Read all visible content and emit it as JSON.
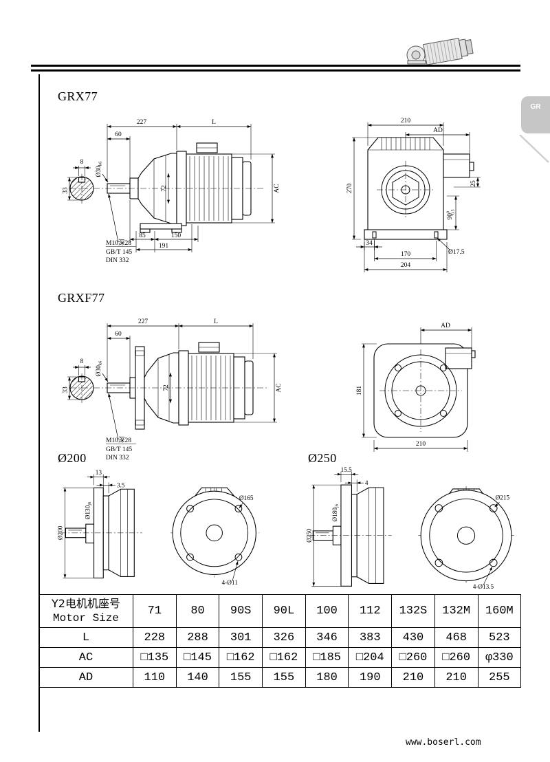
{
  "tab": {
    "label": "GR"
  },
  "footer": {
    "url": "www.boserl.com"
  },
  "grx77": {
    "title": "GRX77",
    "side": {
      "total": "227",
      "motor_len": "L",
      "shaft_len": "60",
      "key_w": "8",
      "key_h": "33",
      "shaft_dia": "Ø30",
      "shaft_tol": "k6",
      "hub": "72",
      "motor_dia": "AC",
      "tap_note": "M10深28",
      "std_note1": "GB/T 145",
      "std_note2": "DIN 332",
      "foot_a": "85",
      "foot_b": "150",
      "foot_c": "191"
    },
    "end": {
      "width": "210",
      "box_dim": "AD",
      "height": "270",
      "d25": "25",
      "d90": "90",
      "d90_up": "0",
      "d90_dn": "-0.5",
      "d34": "34",
      "hole_dia": "Ø17.5",
      "bolt_span": "170",
      "base_width": "204"
    }
  },
  "grxf77": {
    "title": "GRXF77",
    "side": {
      "total": "227",
      "motor_len": "L",
      "shaft_len": "60",
      "key_w": "8",
      "key_h": "33",
      "shaft_dia": "Ø30",
      "shaft_tol": "k6",
      "hub": "72",
      "motor_dia": "AC",
      "tap_note": "M10深28",
      "std_note1": "GB/T 145",
      "std_note2": "DIN 332"
    },
    "end": {
      "height": "181",
      "box_dim": "AD",
      "width": "210"
    }
  },
  "flange200": {
    "title": "Ø200",
    "thickness": "13",
    "spigot_depth": "3.5",
    "od": "Ø200",
    "spigot_dia": "Ø130",
    "spigot_tol": "j6",
    "bolt_circle": "Ø165",
    "holes": "4-Ø11"
  },
  "flange250": {
    "title": "Ø250",
    "thickness": "15.5",
    "spigot_depth": "4",
    "od": "Ø250",
    "spigot_dia": "Ø180",
    "spigot_tol": "j6",
    "bolt_circle": "Ø215",
    "holes": "4-Ø13.5"
  },
  "table": {
    "header_line1": "Y2电机机座号",
    "header_line2": "Motor Size",
    "columns": [
      "71",
      "80",
      "90S",
      "90L",
      "100",
      "112",
      "132S",
      "132M",
      "160M"
    ],
    "rows": [
      {
        "label": "L",
        "values": [
          "228",
          "288",
          "301",
          "326",
          "346",
          "383",
          "430",
          "468",
          "523"
        ]
      },
      {
        "label": "AC",
        "values": [
          "□135",
          "□145",
          "□162",
          "□162",
          "□185",
          "□204",
          "□260",
          "□260",
          "φ330"
        ]
      },
      {
        "label": "AD",
        "values": [
          "110",
          "140",
          "155",
          "155",
          "180",
          "190",
          "210",
          "210",
          "255"
        ]
      }
    ]
  }
}
